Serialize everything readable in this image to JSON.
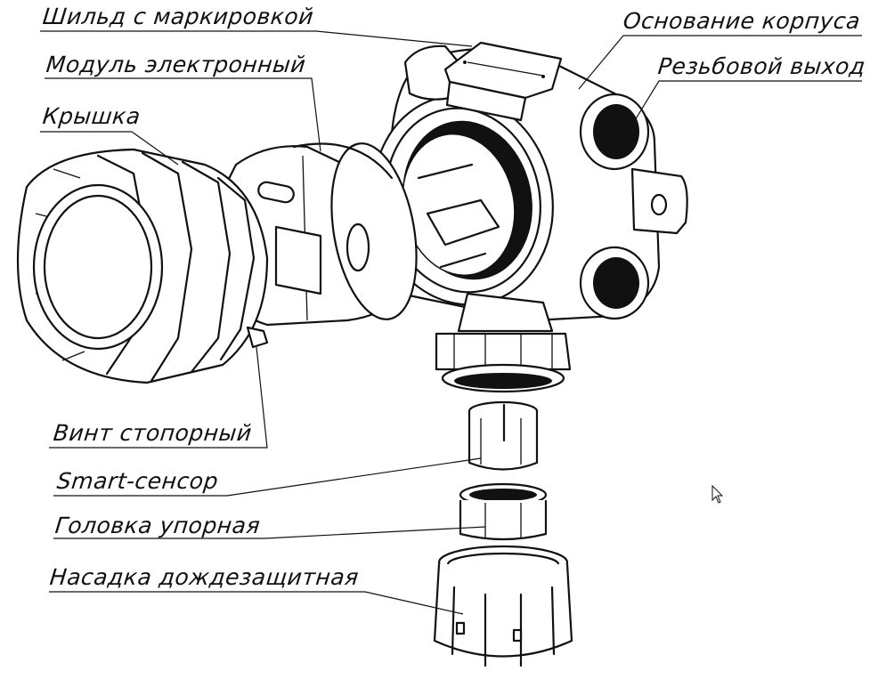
{
  "labels": {
    "plate": "Шильд с маркировкой",
    "electronic_module": "Модуль электронный",
    "cover": "Крышка",
    "housing_base": "Основание корпуса",
    "threaded_outlet": "Резьбовой выход",
    "locking_screw": "Винт стопорный",
    "smart_sensor": "Smart-сенсор",
    "stop_head": "Головка упорная",
    "rain_cap": "Насадка дождезащитная"
  },
  "colors": {
    "ink": "#111111",
    "background": "#ffffff"
  },
  "icons": {
    "cursor": "mouse-pointer-icon"
  }
}
